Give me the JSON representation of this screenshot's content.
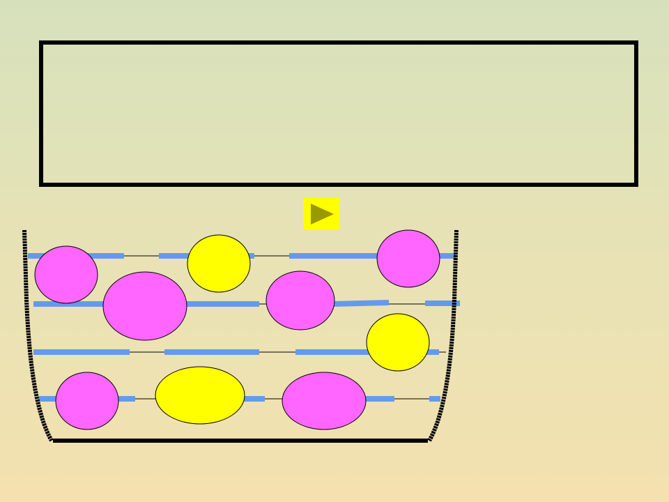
{
  "slide": {
    "text_frame": {
      "text": ""
    },
    "play_button": {
      "icon": "play-triangle-icon",
      "background_color": "#ffff00",
      "icon_color": "#999900"
    }
  },
  "illustration": {
    "container": "basket",
    "rows": 4,
    "balls": [
      {
        "color": "pink"
      },
      {
        "color": "yellow"
      },
      {
        "color": "pink"
      },
      {
        "color": "pink"
      },
      {
        "color": "pink"
      },
      {
        "color": "pink"
      },
      {
        "color": "yellow"
      },
      {
        "color": "pink"
      },
      {
        "color": "yellow"
      },
      {
        "color": "pink"
      }
    ],
    "colors": {
      "pink": "#ff66ff",
      "yellow": "#ffff00",
      "line": "#6699ee",
      "outline": "#000000"
    }
  }
}
